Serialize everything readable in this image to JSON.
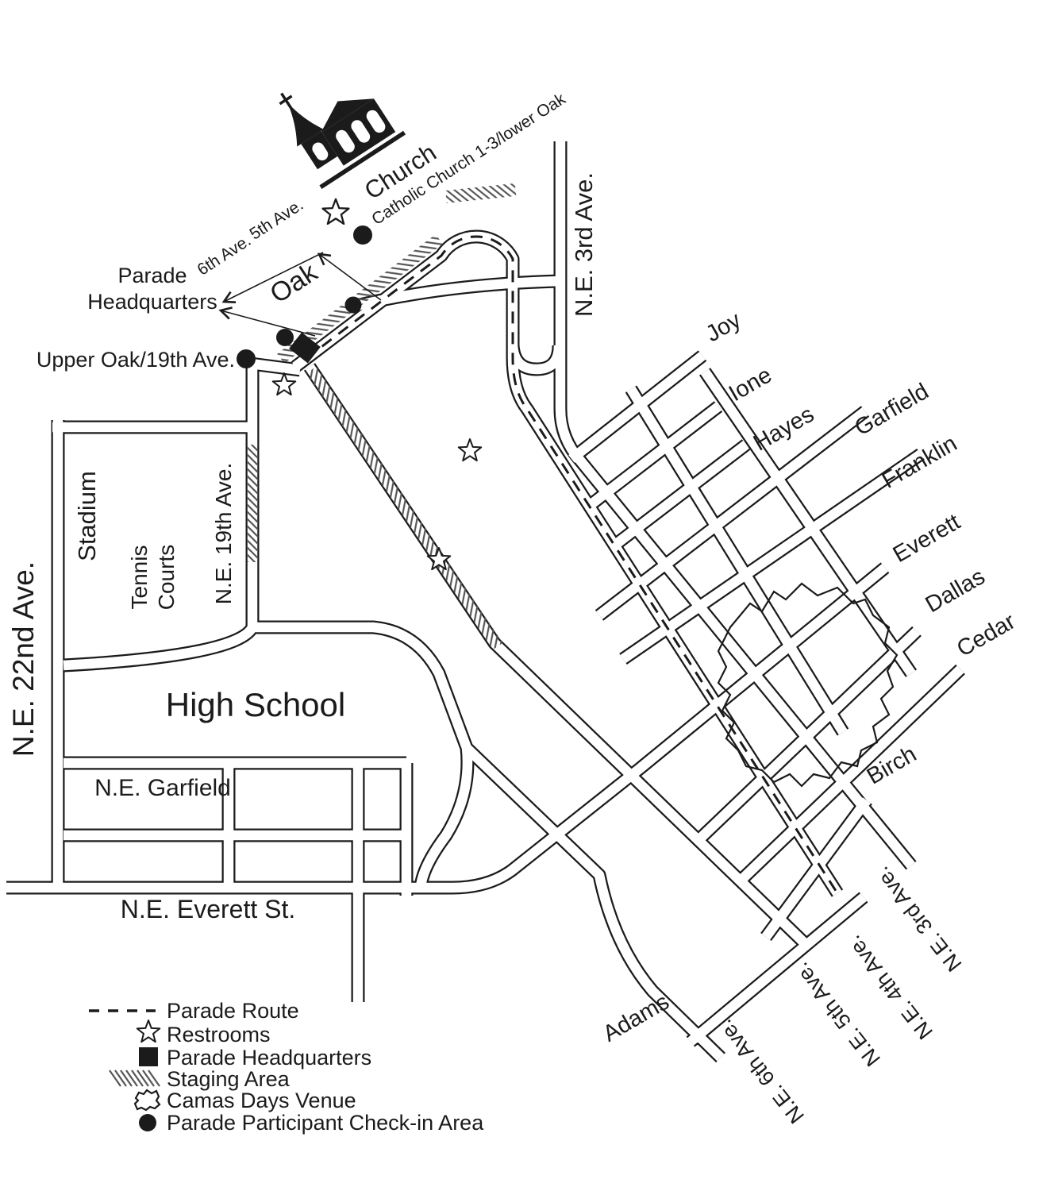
{
  "map": {
    "street_labels": {
      "ne_22nd": "N.E. 22nd Ave.",
      "stadium": "Stadium",
      "tennis_line1": "Tennis",
      "tennis_line2": "Courts",
      "ne_19th": "N.E. 19th Ave.",
      "high_school": "High School",
      "ne_garfield": "N.E. Garfield",
      "ne_everett_st": "N.E. Everett St.",
      "oak": "Oak",
      "fifth_ave": "5th Ave.",
      "sixth_ave": "6th Ave.",
      "ne_3rd_top": "N.E. 3rd Ave.",
      "joy": "Joy",
      "ione": "Ione",
      "hayes": "Hayes",
      "garfield": "Garfield",
      "franklin": "Franklin",
      "everett": "Everett",
      "dallas": "Dallas",
      "cedar": "Cedar",
      "birch": "Birch",
      "adams": "Adams",
      "ne_3rd_bottom": "N.E. 3rd Ave.",
      "ne_4th": "N.E. 4th Ave.",
      "ne_5th": "N.E. 5th Ave.",
      "ne_6th": "N.E. 6th Ave."
    },
    "poi_labels": {
      "church": "Church",
      "catholic_church": "Catholic Church 1-3/lower Oak",
      "parade_hq_line1": "Parade",
      "parade_hq_line2": "Headquarters",
      "upper_oak": "Upper Oak/19th Ave."
    }
  },
  "legend": {
    "items": [
      {
        "symbol": "dashed-line",
        "label": "Parade Route"
      },
      {
        "symbol": "star",
        "label": "Restrooms"
      },
      {
        "symbol": "filled-square",
        "label": "Parade Headquarters"
      },
      {
        "symbol": "hatch-lines",
        "label": "Staging Area"
      },
      {
        "symbol": "jagged-outline",
        "label": "Camas Days Venue"
      },
      {
        "symbol": "filled-circle",
        "label": "Parade Participant Check-in Area"
      }
    ]
  },
  "colors": {
    "ink": "#1b1b1b",
    "paper": "#ffffff"
  }
}
